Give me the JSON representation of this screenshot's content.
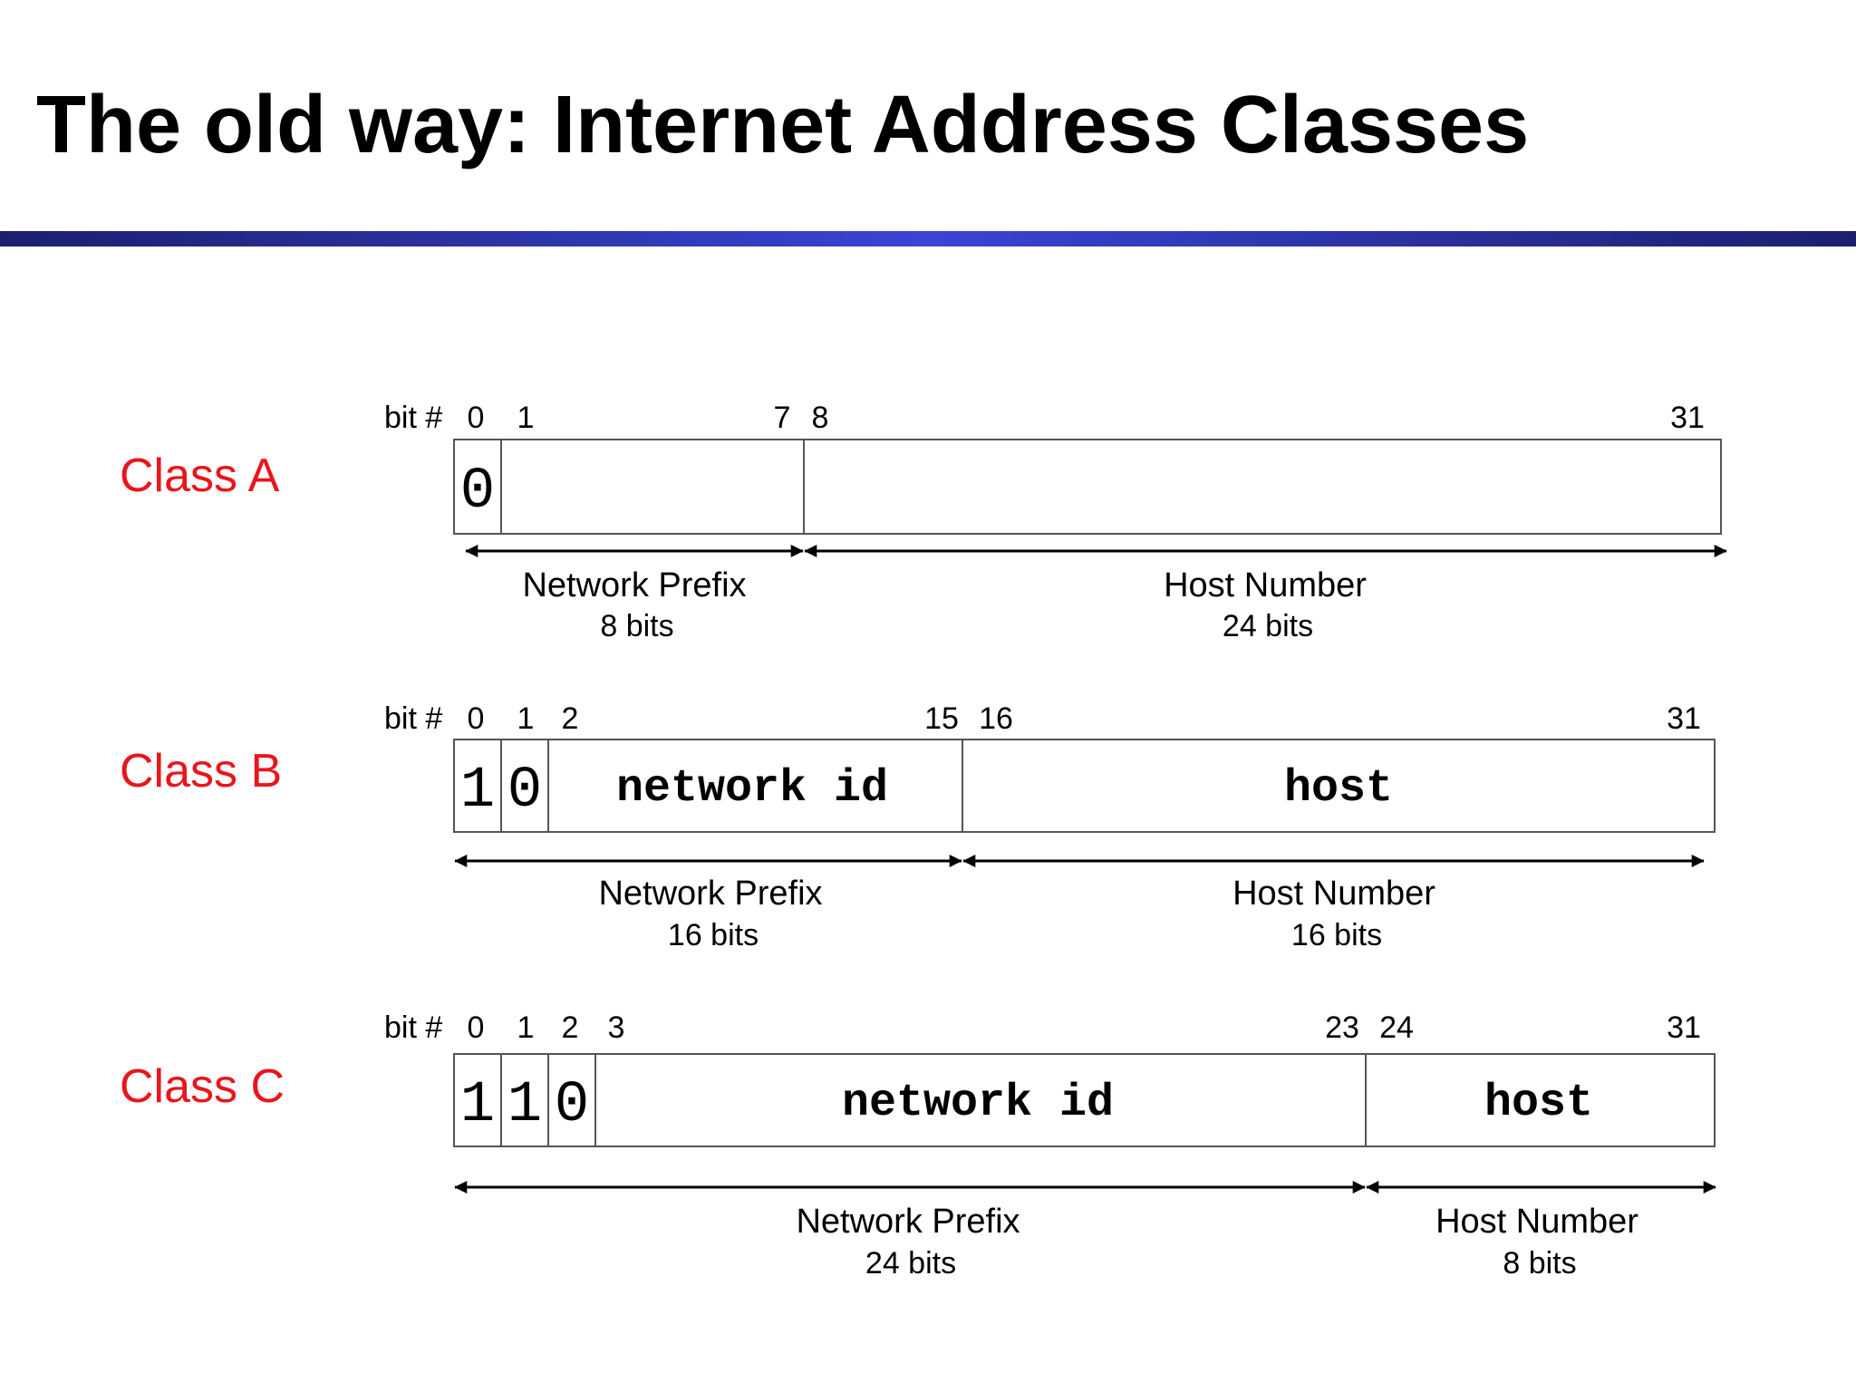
{
  "title": "The old way: Internet Address Classes",
  "colors": {
    "title_rule_dark": "#1c1f6e",
    "title_rule_light": "#3a45d6",
    "class_label": "#e8161c",
    "line": "#000000",
    "box_border": "#555555"
  },
  "classes": [
    {
      "name": "Class A",
      "bit_label": "bit #",
      "ticks": [
        "0",
        "1",
        "7",
        "8",
        "31"
      ],
      "leading_bits": [
        "0"
      ],
      "network_field": "",
      "host_field": "",
      "prefix": {
        "label": "Network Prefix",
        "size": "8 bits",
        "bits": 8
      },
      "host": {
        "label": "Host Number",
        "size": "24 bits",
        "bits": 24
      }
    },
    {
      "name": "Class B",
      "bit_label": "bit #",
      "ticks": [
        "0",
        "1",
        "2",
        "15",
        "16",
        "31"
      ],
      "leading_bits": [
        "1",
        "0"
      ],
      "network_field": "network id",
      "host_field": "host",
      "prefix": {
        "label": "Network Prefix",
        "size": "16 bits",
        "bits": 16
      },
      "host": {
        "label": "Host Number",
        "size": "16 bits",
        "bits": 16
      }
    },
    {
      "name": "Class C",
      "bit_label": "bit #",
      "ticks": [
        "0",
        "1",
        "2",
        "3",
        "23",
        "24",
        "31"
      ],
      "leading_bits": [
        "1",
        "1",
        "0"
      ],
      "network_field": "network id",
      "host_field": "host",
      "prefix": {
        "label": "Network Prefix",
        "size": "24 bits",
        "bits": 24
      },
      "host": {
        "label": "Host Number",
        "size": "8 bits",
        "bits": 8
      }
    }
  ]
}
